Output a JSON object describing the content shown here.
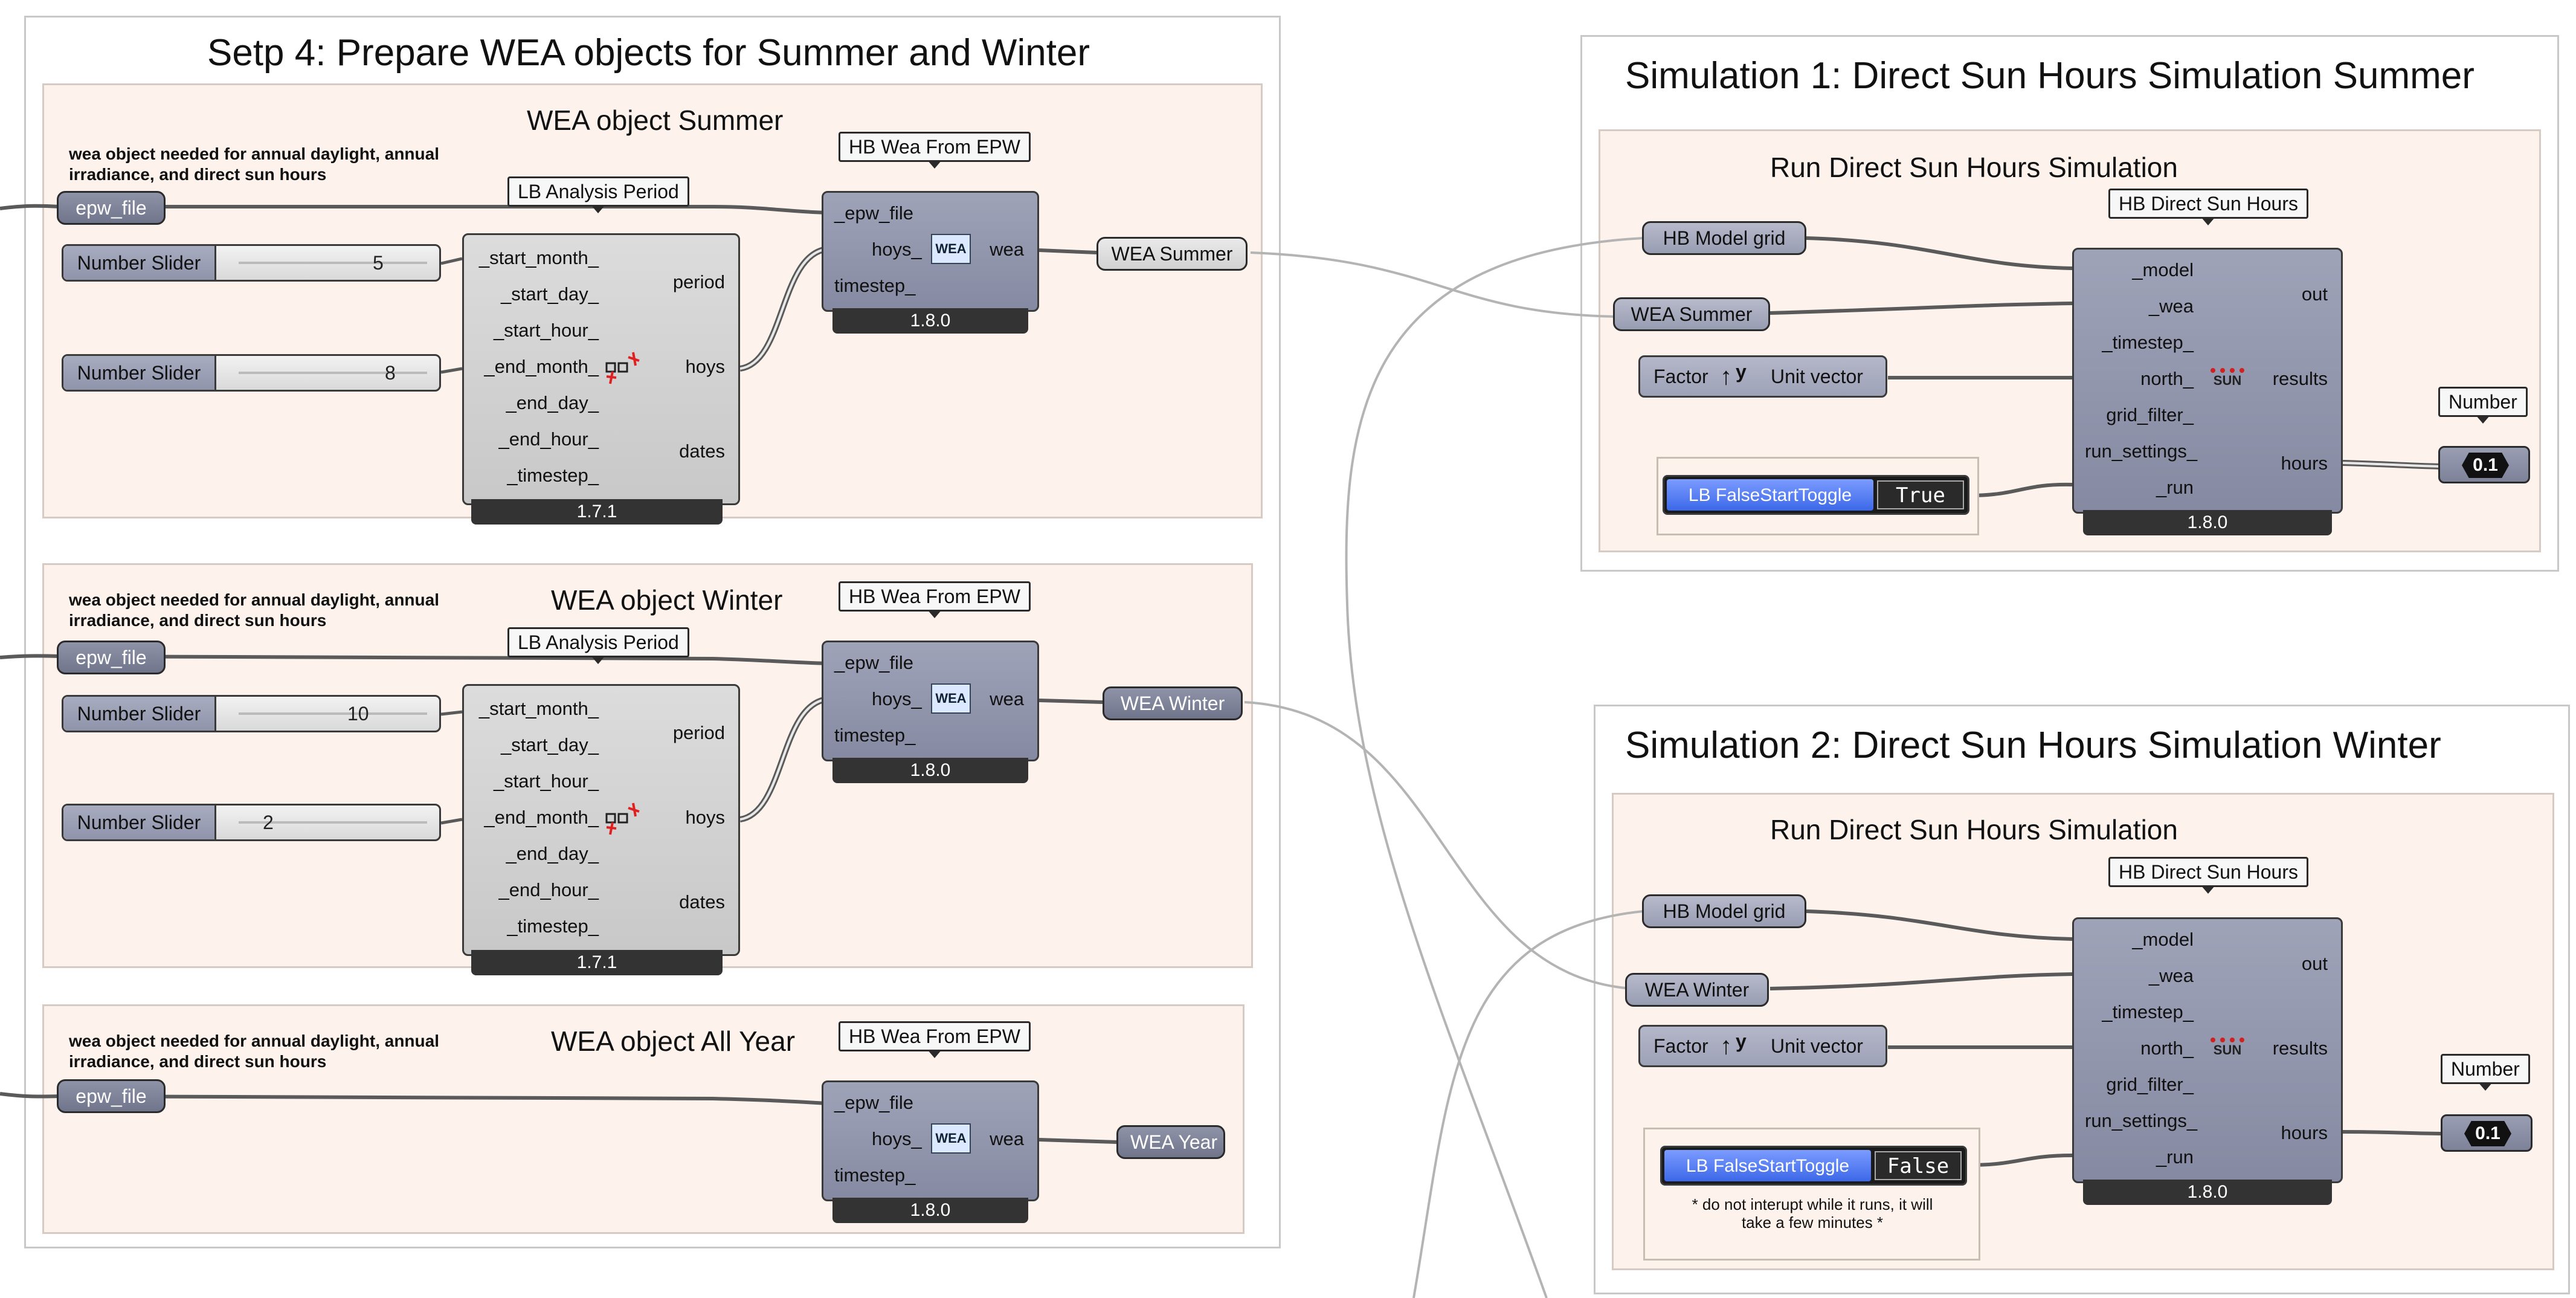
{
  "colors": {
    "group_fill": "#fdf3ec",
    "component_grey": "#d2d2d2",
    "component_dark": "#8d92a8",
    "toggle_blue": "#3c68e8",
    "wire": "#5a5a5a"
  },
  "step4": {
    "title": "Setp 4: Prepare WEA objects for Summer and Winter",
    "summer": {
      "title": "WEA object Summer",
      "note": "wea object needed for annual daylight, annual irradiance, and direct sun hours",
      "epw_param": "epw_file",
      "slider_a": {
        "name": "Number Slider",
        "value": "5"
      },
      "slider_b": {
        "name": "Number Slider",
        "value": "8"
      },
      "analysis_label": "LB Analysis Period",
      "analysis_inputs": [
        "_start_month_",
        "_start_day_",
        "_start_hour_",
        "_end_month_",
        "_end_day_",
        "_end_hour_",
        "_timestep_"
      ],
      "analysis_outputs": [
        "period",
        "hoys",
        "dates"
      ],
      "analysis_version": "1.7.1",
      "wea_label": "HB Wea From EPW",
      "wea_inputs": [
        "_epw_file",
        "hoys_",
        "timestep_"
      ],
      "wea_output": "wea",
      "wea_icon": "WEA",
      "wea_version": "1.8.0",
      "output_param": "WEA Summer"
    },
    "winter": {
      "title": "WEA object Winter",
      "note": "wea object needed for annual daylight, annual irradiance, and direct sun hours",
      "epw_param": "epw_file",
      "slider_a": {
        "name": "Number Slider",
        "value": "10"
      },
      "slider_b": {
        "name": "Number Slider",
        "value": "2"
      },
      "analysis_label": "LB Analysis Period",
      "analysis_inputs": [
        "_start_month_",
        "_start_day_",
        "_start_hour_",
        "_end_month_",
        "_end_day_",
        "_end_hour_",
        "_timestep_"
      ],
      "analysis_outputs": [
        "period",
        "hoys",
        "dates"
      ],
      "analysis_version": "1.7.1",
      "wea_label": "HB Wea From EPW",
      "wea_inputs": [
        "_epw_file",
        "hoys_",
        "timestep_"
      ],
      "wea_output": "wea",
      "wea_icon": "WEA",
      "wea_version": "1.8.0",
      "output_param": "WEA Winter"
    },
    "year": {
      "title": "WEA object All Year",
      "note": "wea object needed for annual daylight, annual irradiance, and direct sun hours",
      "epw_param": "epw_file",
      "wea_label": "HB Wea From EPW",
      "wea_inputs": [
        "_epw_file",
        "hoys_",
        "timestep_"
      ],
      "wea_output": "wea",
      "wea_icon": "WEA",
      "wea_version": "1.8.0",
      "output_param": "WEA Year"
    }
  },
  "sim1": {
    "title": "Simulation 1: Direct Sun Hours Simulation Summer",
    "subtitle": "Run Direct Sun Hours Simulation",
    "model_param": "HB Model grid",
    "wea_param": "WEA Summer",
    "vector": {
      "factor": "Factor",
      "axis": "y",
      "name": "Unit vector"
    },
    "toggle": {
      "name": "LB FalseStartToggle",
      "value": "True"
    },
    "comp_label": "HB Direct Sun Hours",
    "inputs": [
      "_model",
      "_wea",
      "_timestep_",
      "north_",
      "grid_filter_",
      "run_settings_",
      "_run"
    ],
    "outputs": [
      "out",
      "results",
      "hours"
    ],
    "icon": "SUN",
    "version": "1.8.0",
    "number_label": "Number",
    "number_value": "0.1"
  },
  "sim2": {
    "title": "Simulation 2: Direct Sun Hours Simulation Winter",
    "subtitle": "Run Direct Sun Hours Simulation",
    "model_param": "HB Model grid",
    "wea_param": "WEA Winter",
    "vector": {
      "factor": "Factor",
      "axis": "y",
      "name": "Unit vector"
    },
    "toggle": {
      "name": "LB FalseStartToggle",
      "value": "False"
    },
    "toggle_note": "* do not interupt while it runs, it will take a few minutes *",
    "comp_label": "HB Direct Sun Hours",
    "inputs": [
      "_model",
      "_wea",
      "_timestep_",
      "north_",
      "grid_filter_",
      "run_settings_",
      "_run"
    ],
    "outputs": [
      "out",
      "results",
      "hours"
    ],
    "icon": "SUN",
    "version": "1.8.0",
    "number_label": "Number",
    "number_value": "0.1"
  }
}
